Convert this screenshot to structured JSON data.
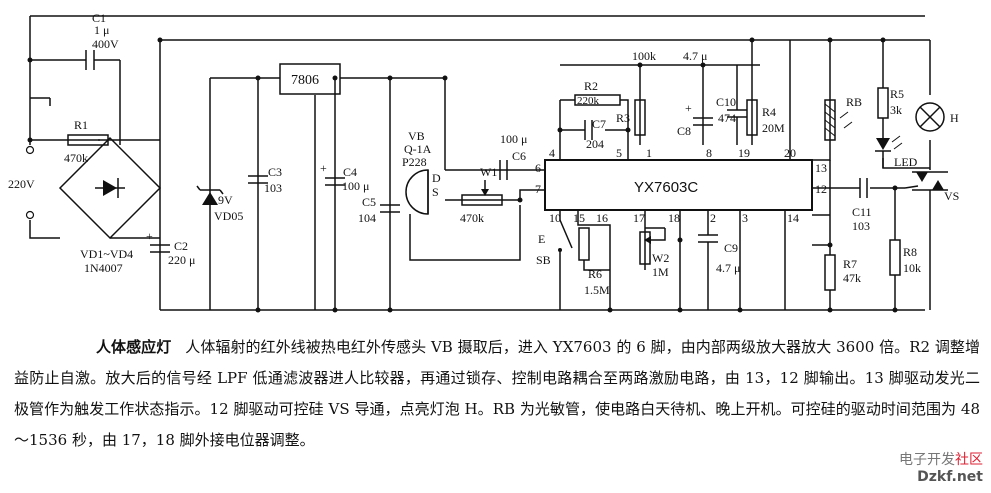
{
  "schematic": {
    "chip": "YX7603C",
    "regulator": "7806",
    "components": {
      "c1": "C1",
      "c1_val": "1 μ",
      "c1_volt": "400V",
      "r1": "R1",
      "r1_val": "470k",
      "mains": "220V",
      "bridge": "VD1~VD4",
      "bridge_type": "1N4007",
      "c2": "C2",
      "c2_val": "220 μ",
      "zener": "9V",
      "zener_ref": "VD05",
      "c3": "C3",
      "c3_val": "103",
      "c4": "C4",
      "c4_val": "100 μ",
      "c5": "C5",
      "c5_val": "104",
      "vb": "VB",
      "vb_model": "Q-1A",
      "vb_model2": "P228",
      "vb_d": "D",
      "vb_s": "S",
      "c6_val": "100 μ",
      "c6": "C6",
      "w1": "W1",
      "w1_val": "470k",
      "r2": "R2",
      "r2_val": "220k",
      "c7": "C7",
      "c7_val": "204",
      "r3": "R3",
      "r3_top": "100k",
      "c8": "C8",
      "c8_top": "4.7 μ",
      "c10": "C10",
      "c10_val": "474",
      "r4": "R4",
      "r4_val": "20M",
      "rb": "RB",
      "r5": "R5",
      "r5_val": "3k",
      "led": "LED",
      "lamp": "H",
      "vs": "VS",
      "c11": "C11",
      "c11_val": "103",
      "r7": "R7",
      "r7_val": "47k",
      "r8": "R8",
      "r8_val": "10k",
      "sb_e": "E",
      "sb": "SB",
      "r6": "R6",
      "r6_val": "1.5M",
      "w2": "W2",
      "w2_val": "1M",
      "c9": "C9",
      "c9_val": "4.7 μ"
    },
    "pins": {
      "p1": "1",
      "p2": "2",
      "p3": "3",
      "p4": "4",
      "p5": "5",
      "p6": "6",
      "p7": "7",
      "p8": "8",
      "p10": "10",
      "p12": "12",
      "p13": "13",
      "p14": "14",
      "p15": "15",
      "p16": "16",
      "p17": "17",
      "p18": "18",
      "p19": "19",
      "p20": "20"
    }
  },
  "caption": {
    "title": "人体感应灯",
    "body": "人体辐射的红外线被热电红外传感头 VB 摄取后，进入 YX7603 的 6 脚，由内部两级放大器放大 3600 倍。R2 调整增益防止自激。放大后的信号经 LPF 低通滤波器进人比较器，再通过锁存、控制电路耦合至两路激励电路，由 13，12 脚输出。13 脚驱动发光二极管作为触发工作状态指示。12 脚驱动可控硅 VS 导通，点亮灯泡 H。RB 为光敏管，使电路白天待机、晚上开机。可控硅的驱动时间范围为 48～1536 秒，由 17，18 脚外接电位器调整。"
  },
  "watermark": {
    "line1_a": "电子开发",
    "line1_b": "社区",
    "line2": "Dzkf.net"
  }
}
